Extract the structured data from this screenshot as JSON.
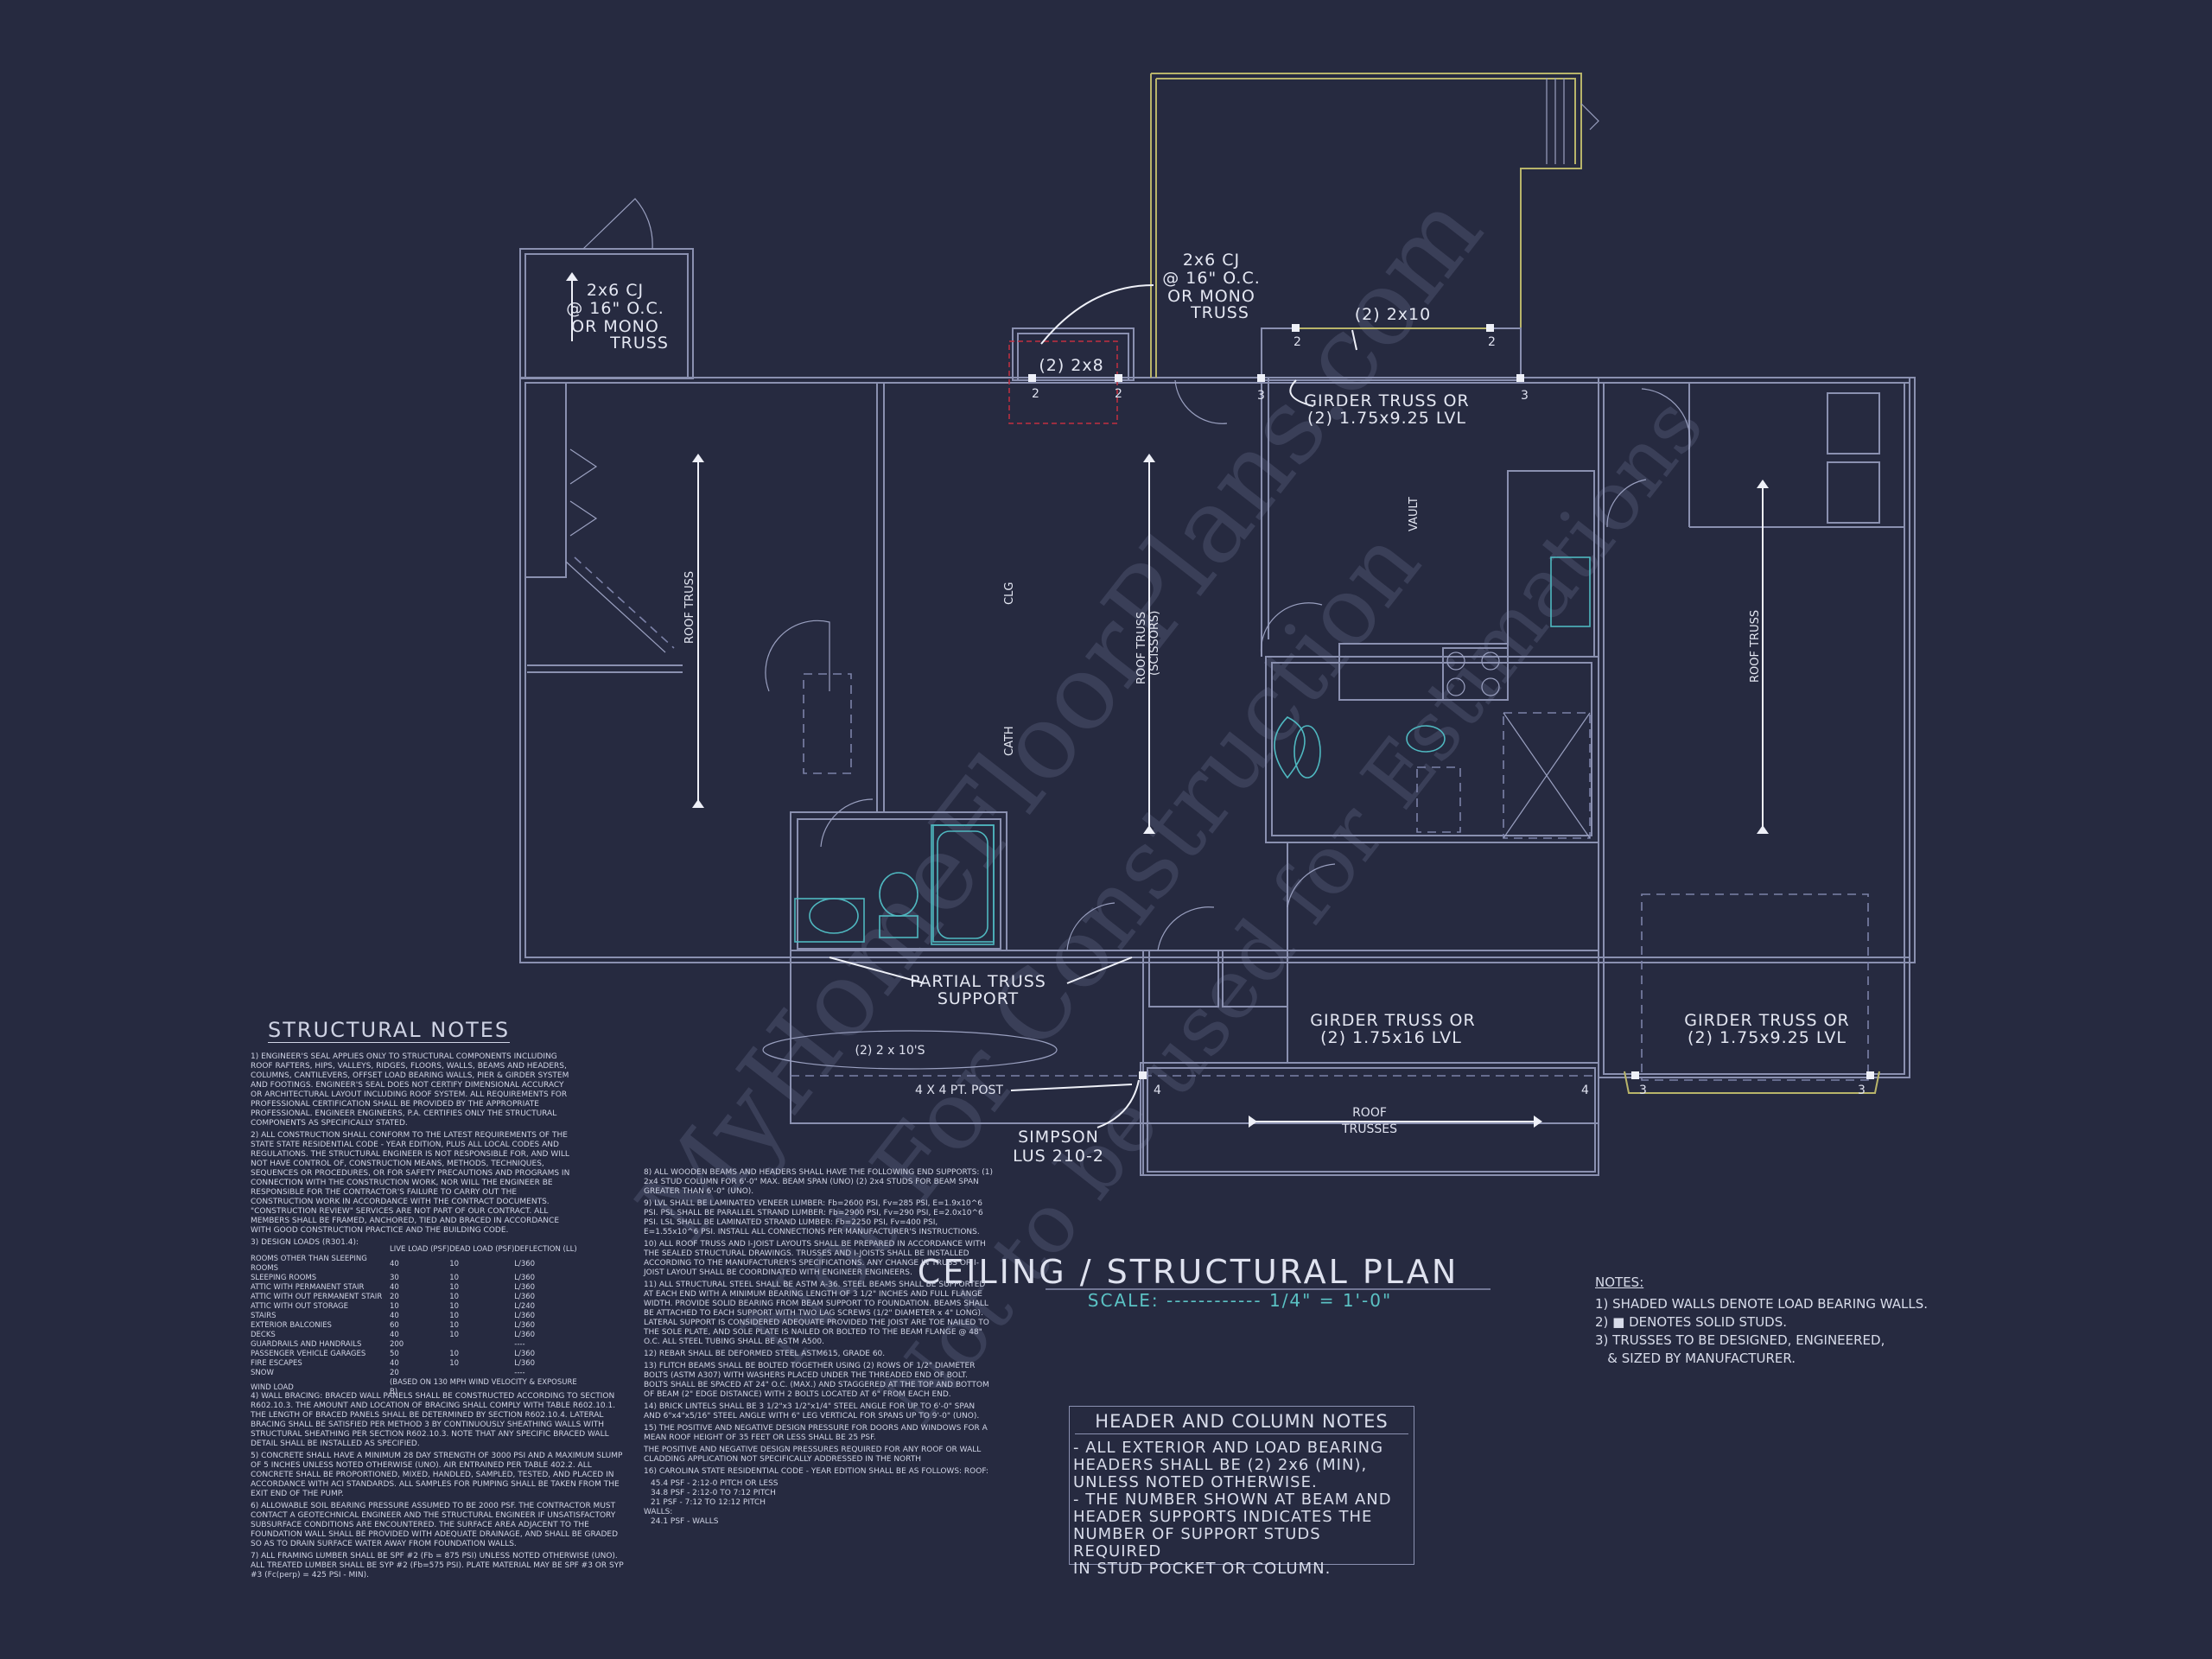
{
  "plan": {
    "labels": {
      "cj_left": [
        "2x6 CJ",
        "@ 16\" O.C.",
        "OR MONO",
        "TRUSS"
      ],
      "cj_mid": [
        "2x6 CJ",
        "@ 16\" O.C.",
        "OR MONO",
        "TRUSS"
      ],
      "header_2x8": "(2) 2x8",
      "header_2x10": "(2) 2x10",
      "girder_top": [
        "GIRDER TRUSS OR",
        "(2) 1.75x9.25 LVL"
      ],
      "girder_mid": [
        "GIRDER TRUSS OR",
        "(2) 1.75x16 LVL"
      ],
      "girder_right": [
        "GIRDER TRUSS OR",
        "(2) 1.75x9.25 LVL"
      ],
      "partial_truss": [
        "PARTIAL TRUSS",
        "SUPPORT"
      ],
      "header_2x10b": "(2) 2 x 10'S",
      "post": "4 X 4 PT. POST",
      "simpson": [
        "SIMPSON",
        "LUS 210-2"
      ],
      "roof_trusses": [
        "ROOF",
        "TRUSSES"
      ],
      "roof_truss": "ROOF TRUSS",
      "roof_truss_scissors": [
        "ROOF TRUSS",
        "(SCISSORS)"
      ],
      "clg": "CLG",
      "cath": "CATH",
      "vault": "VAULT",
      "studs": [
        "2",
        "2",
        "2",
        "2",
        "3",
        "3",
        "4",
        "4",
        "3",
        "3"
      ]
    },
    "watermark": [
      "MyHomeFloorPlans.com",
      "Not For Construction",
      "Not to be used for Estimations"
    ],
    "title": "CEILING / STRUCTURAL PLAN",
    "scale": "SCALE: ------------ 1/4\" = 1'-0\""
  },
  "structural_notes": {
    "title": "STRUCTURAL NOTES",
    "col1": [
      "1) ENGINEER'S SEAL APPLIES ONLY TO STRUCTURAL COMPONENTS INCLUDING ROOF RAFTERS, HIPS, VALLEYS, RIDGES, FLOORS, WALLS, BEAMS AND HEADERS, COLUMNS, CANTILEVERS, OFFSET LOAD BEARING WALLS, PIER & GIRDER SYSTEM AND FOOTINGS. ENGINEER'S SEAL DOES NOT CERTIFY DIMENSIONAL ACCURACY OR ARCHITECTURAL LAYOUT INCLUDING ROOF SYSTEM. ALL REQUIREMENTS FOR PROFESSIONAL CERTIFICATION SHALL BE PROVIDED BY THE APPROPRIATE PROFESSIONAL. ENGINEER ENGINEERS, P.A. CERTIFIES ONLY THE STRUCTURAL COMPONENTS AS SPECIFICALLY STATED.",
      "2) ALL CONSTRUCTION SHALL CONFORM TO THE LATEST REQUIREMENTS OF THE STATE STATE RESIDENTIAL CODE - YEAR EDITION, PLUS ALL LOCAL CODES AND REGULATIONS. THE STRUCTURAL ENGINEER IS NOT RESPONSIBLE FOR, AND WILL NOT HAVE CONTROL OF, CONSTRUCTION MEANS, METHODS, TECHNIQUES, SEQUENCES OR PROCEDURES, OR FOR SAFETY PRECAUTIONS AND PROGRAMS IN CONNECTION WITH THE CONSTRUCTION WORK, NOR WILL THE ENGINEER BE RESPONSIBLE FOR THE CONTRACTOR'S FAILURE TO CARRY OUT THE CONSTRUCTION WORK IN ACCORDANCE WITH THE CONTRACT DOCUMENTS. \"CONSTRUCTION REVIEW\" SERVICES ARE NOT PART OF OUR CONTRACT. ALL MEMBERS SHALL BE FRAMED, ANCHORED, TIED AND BRACED IN ACCORDANCE WITH GOOD CONSTRUCTION PRACTICE AND THE BUILDING CODE.",
      "3) DESIGN LOADS (R301.4):"
    ],
    "loads_header": [
      "",
      "LIVE LOAD (PSF)",
      "DEAD LOAD (PSF)",
      "DEFLECTION (LL)"
    ],
    "loads": [
      [
        "ROOMS OTHER THAN SLEEPING ROOMS",
        "40",
        "10",
        "L/360"
      ],
      [
        "SLEEPING ROOMS",
        "30",
        "10",
        "L/360"
      ],
      [
        "ATTIC WITH PERMANENT STAIR",
        "40",
        "10",
        "L/360"
      ],
      [
        "ATTIC WITH OUT PERMANENT STAIR",
        "20",
        "10",
        "L/360"
      ],
      [
        "ATTIC WITH OUT STORAGE",
        "10",
        "10",
        "L/240"
      ],
      [
        "STAIRS",
        "40",
        "10",
        "L/360"
      ],
      [
        "EXTERIOR BALCONIES",
        "60",
        "10",
        "L/360"
      ],
      [
        "DECKS",
        "40",
        "10",
        "L/360"
      ],
      [
        "GUARDRAILS AND HANDRAILS",
        "200",
        "",
        "----"
      ],
      [
        "PASSENGER VEHICLE GARAGES",
        "50",
        "10",
        "L/360"
      ],
      [
        "FIRE ESCAPES",
        "40",
        "10",
        "L/360"
      ],
      [
        "SNOW",
        "20",
        "",
        "----"
      ],
      [
        "WIND LOAD",
        "(BASED ON 130 MPH WIND VELOCITY & EXPOSURE B)",
        "",
        ""
      ]
    ],
    "col1b": [
      "4) WALL BRACING: BRACED WALL PANELS SHALL BE CONSTRUCTED ACCORDING TO SECTION R602.10.3. THE AMOUNT AND LOCATION OF BRACING SHALL COMPLY WITH TABLE R602.10.1. THE LENGTH OF BRACED PANELS SHALL BE DETERMINED BY SECTION R602.10.4. LATERAL BRACING SHALL BE SATISFIED PER METHOD 3 BY CONTINUOUSLY SHEATHING WALLS WITH STRUCTURAL SHEATHING PER SECTION R602.10.3. NOTE THAT ANY SPECIFIC BRACED WALL DETAIL SHALL BE INSTALLED AS SPECIFIED.",
      "5) CONCRETE SHALL HAVE A MINIMUM 28 DAY STRENGTH OF 3000 PSI AND A MAXIMUM SLUMP OF 5 INCHES UNLESS NOTED OTHERWISE (UNO). AIR ENTRAINED PER TABLE 402.2. ALL CONCRETE SHALL BE PROPORTIONED, MIXED, HANDLED, SAMPLED, TESTED, AND PLACED IN ACCORDANCE WITH ACI STANDARDS. ALL SAMPLES FOR PUMPING SHALL BE TAKEN FROM THE EXIT END OF THE PUMP.",
      "6) ALLOWABLE SOIL BEARING PRESSURE ASSUMED TO BE 2000 PSF. THE CONTRACTOR MUST CONTACT A GEOTECHNICAL ENGINEER AND THE STRUCTURAL ENGINEER IF UNSATISFACTORY SUBSURFACE CONDITIONS ARE ENCOUNTERED. THE SURFACE AREA ADJACENT TO THE FOUNDATION WALL SHALL BE PROVIDED WITH ADEQUATE DRAINAGE, AND SHALL BE GRADED SO AS TO DRAIN SURFACE WATER AWAY FROM FOUNDATION WALLS.",
      "7) ALL FRAMING LUMBER SHALL BE SPF #2 (Fb = 875 PSI) UNLESS NOTED OTHERWISE (UNO). ALL TREATED LUMBER SHALL BE SYP #2 (Fb=575 PSI). PLATE MATERIAL MAY BE SPF #3 OR SYP #3 (Fc(perp) = 425 PSI - MIN)."
    ],
    "col2": [
      "8) ALL WOODEN BEAMS AND HEADERS SHALL HAVE THE FOLLOWING END SUPPORTS: (1) 2x4 STUD COLUMN FOR 6'-0\" MAX. BEAM SPAN (UNO) (2) 2x4 STUDS FOR BEAM SPAN GREATER THAN 6'-0\" (UNO).",
      "9) LVL SHALL BE LAMINATED VENEER LUMBER: Fb=2600 PSI, Fv=285 PSI, E=1.9x10^6 PSI. PSL SHALL BE PARALLEL STRAND LUMBER: Fb=2900 PSI, Fv=290 PSI, E=2.0x10^6 PSI. LSL SHALL BE LAMINATED STRAND LUMBER: Fb=2250 PSI, Fv=400 PSI, E=1.55x10^6 PSI. INSTALL ALL CONNECTIONS PER MANUFACTURER'S INSTRUCTIONS.",
      "10) ALL ROOF TRUSS AND I-JOIST LAYOUTS SHALL BE PREPARED IN ACCORDANCE WITH THE SEALED STRUCTURAL DRAWINGS. TRUSSES AND I-JOISTS SHALL BE INSTALLED ACCORDING TO THE MANUFACTURER'S SPECIFICATIONS. ANY CHANGE IN TRUSS OR I-JOIST LAYOUT SHALL BE COORDINATED WITH ENGINEER ENGINEERS.",
      "11) ALL STRUCTURAL STEEL SHALL BE ASTM A-36. STEEL BEAMS SHALL BE SUPPORTED AT EACH END WITH A MINIMUM BEARING LENGTH OF 3 1/2\" INCHES AND FULL FLANGE WIDTH. PROVIDE SOLID BEARING FROM BEAM SUPPORT TO FOUNDATION. BEAMS SHALL BE ATTACHED TO EACH SUPPORT WITH TWO LAG SCREWS (1/2\" DIAMETER x 4\" LONG). LATERAL SUPPORT IS CONSIDERED ADEQUATE PROVIDED THE JOIST ARE TOE NAILED TO THE SOLE PLATE, AND SOLE PLATE IS NAILED OR BOLTED TO THE BEAM FLANGE @ 48\" O.C. ALL STEEL TUBING SHALL BE ASTM A500.",
      "12) REBAR SHALL BE DEFORMED STEEL ASTM615, GRADE 60.",
      "13) FLITCH BEAMS SHALL BE BOLTED TOGETHER USING (2) ROWS OF 1/2\" DIAMETER BOLTS (ASTM A307) WITH WASHERS PLACED UNDER THE THREADED END OF BOLT. BOLTS SHALL BE SPACED AT 24\" O.C. (MAX.) AND STAGGERED AT THE TOP AND BOTTOM OF BEAM (2\" EDGE DISTANCE) WITH 2 BOLTS LOCATED AT 6\" FROM EACH END.",
      "14) BRICK LINTELS SHALL BE 3 1/2\"x3 1/2\"x1/4\" STEEL ANGLE FOR UP TO 6'-0\" SPAN AND 6\"x4\"x5/16\" STEEL ANGLE WITH 6\" LEG VERTICAL FOR SPANS UP TO 9'-0\" (UNO).",
      "15) THE POSITIVE AND NEGATIVE DESIGN PRESSURE FOR DOORS AND WINDOWS FOR A MEAN ROOF HEIGHT OF 35 FEET OR LESS SHALL BE 25 PSF.",
      "THE POSITIVE AND NEGATIVE DESIGN PRESSURES REQUIRED FOR ANY ROOF OR WALL CLADDING APPLICATION NOT SPECIFICALLY ADDRESSED IN THE NORTH",
      "16) CAROLINA STATE RESIDENTIAL CODE - YEAR EDITION SHALL BE AS FOLLOWS: ROOF:",
      "45.4 PSF - 2:12-0 PITCH OR LESS",
      "34.8 PSF - 2:12-0 TO 7:12 PITCH",
      "21 PSF - 7:12 TO 12:12 PITCH",
      "WALLS:",
      "24.1 PSF - WALLS"
    ]
  },
  "header_notes": {
    "title": "HEADER AND COLUMN NOTES",
    "lines": [
      "- ALL EXTERIOR AND LOAD BEARING",
      "HEADERS SHALL BE (2) 2x6 (MIN),",
      "UNLESS NOTED OTHERWISE.",
      "- THE NUMBER SHOWN AT BEAM AND",
      "HEADER SUPPORTS INDICATES THE",
      "NUMBER OF SUPPORT STUDS REQUIRED",
      "IN STUD POCKET OR COLUMN."
    ]
  },
  "notes": {
    "title": "NOTES:",
    "lines": [
      "1) SHADED WALLS DENOTE LOAD BEARING WALLS.",
      "2) ■ DENOTES SOLID STUDS.",
      "3) TRUSSES TO BE DESIGNED, ENGINEERED,",
      "   & SIZED BY MANUFACTURER."
    ]
  }
}
